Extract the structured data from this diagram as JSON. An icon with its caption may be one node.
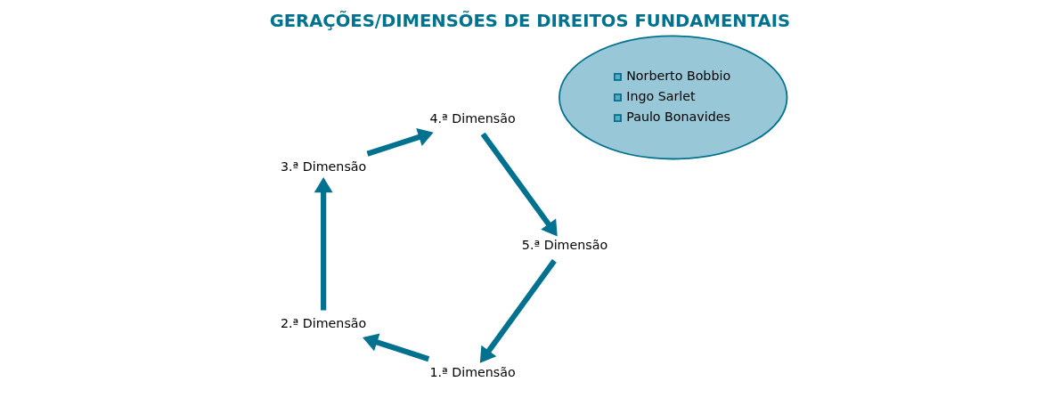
{
  "diagram": {
    "title": "GERAÇÕES/DIMENSÕES DE DIREITOS FUNDAMENTAIS",
    "nodes": [
      {
        "text": [
          "Norberto Bobbio",
          "Ingo Sarlet",
          "Paulo Bonavides"
        ]
      },
      {
        "text": [
          "1.ª Dimensão"
        ]
      },
      {
        "text": [
          "2.ª Dimensão"
        ]
      },
      {
        "text": [
          "3.ª Dimensão"
        ]
      },
      {
        "text": [
          "4.ª Dimensão"
        ]
      },
      {
        "text": [
          "5.ª Dimensão"
        ]
      }
    ],
    "edges": [
      {
        "from": 1,
        "to": 2,
        "arrow": "to"
      },
      {
        "from": 2,
        "to": 3,
        "arrow": "to"
      },
      {
        "from": 3,
        "to": 4,
        "arrow": "to"
      },
      {
        "from": 4,
        "to": 5,
        "arrow": "to"
      },
      {
        "from": 5,
        "to": 1,
        "arrow": "to"
      }
    ]
  }
}
